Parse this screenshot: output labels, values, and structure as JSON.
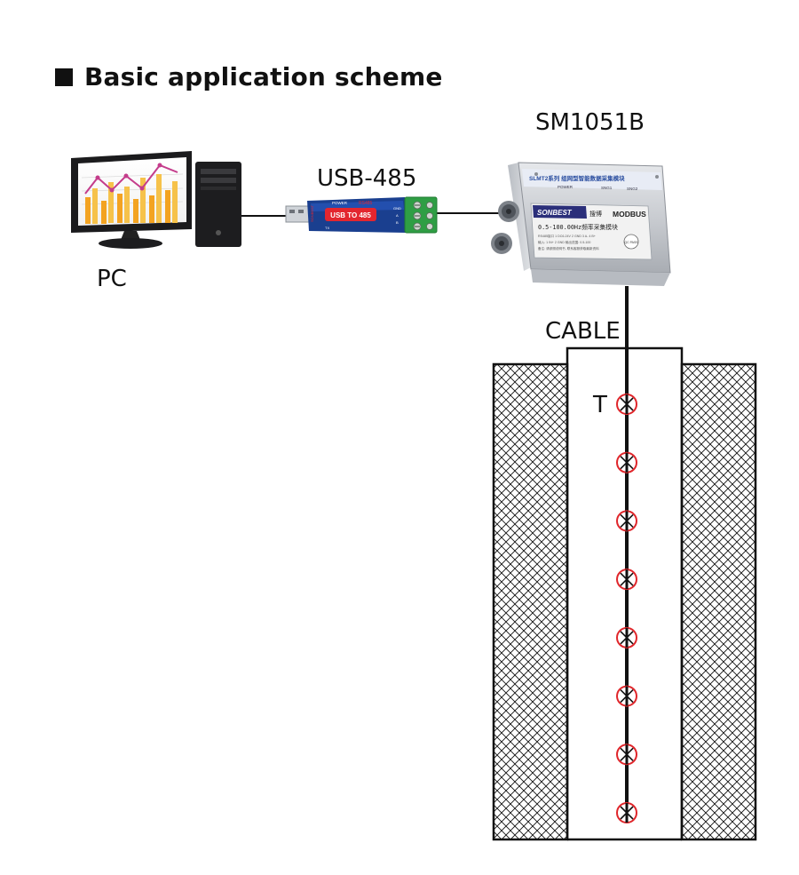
{
  "heading": {
    "title": "Basic application scheme"
  },
  "labels": {
    "pc": "PC",
    "converter": "USB-485",
    "module": "SM1051B",
    "cable": "CABLE",
    "sensor": "T"
  },
  "converter_device": {
    "power_label": "POWER",
    "rs_label": "RS485",
    "badge": "USB TO 485",
    "pin_gnd": "GND",
    "pin_a": "A",
    "pin_b": "B",
    "brand": "SONBEST",
    "tx": "TX"
  },
  "module_device": {
    "series_title": "SLMT2系列  组网型智能数据采集模块",
    "led_power": "POWER",
    "led_sng1": "SNG1",
    "led_sng2": "SNG2",
    "brand": "SONBEST",
    "brand_cn": "搜博",
    "protocol": "MODBUS",
    "spec": "0.5-100.00Hz频率采集模块",
    "spec_line1": "RS485接口  1 DC6-24V  2 GND  3 A-  4 B+",
    "spec_line2": "输入: 1 IN+ 2 GND   输出范围: 0.5-100",
    "spec_line3": "备注: 请参照说明书, 联系客服获取最新资料",
    "cal_badge": "QC PASS"
  },
  "sensors": {
    "count": 8
  },
  "colors": {
    "sensor_ring": "#e0262b",
    "hatch": "#111111",
    "converter_body": "#1a3f8f",
    "converter_badge": "#e3262f",
    "terminal_green": "#2f9e44",
    "module_label_bg": "#f2f2f2"
  }
}
